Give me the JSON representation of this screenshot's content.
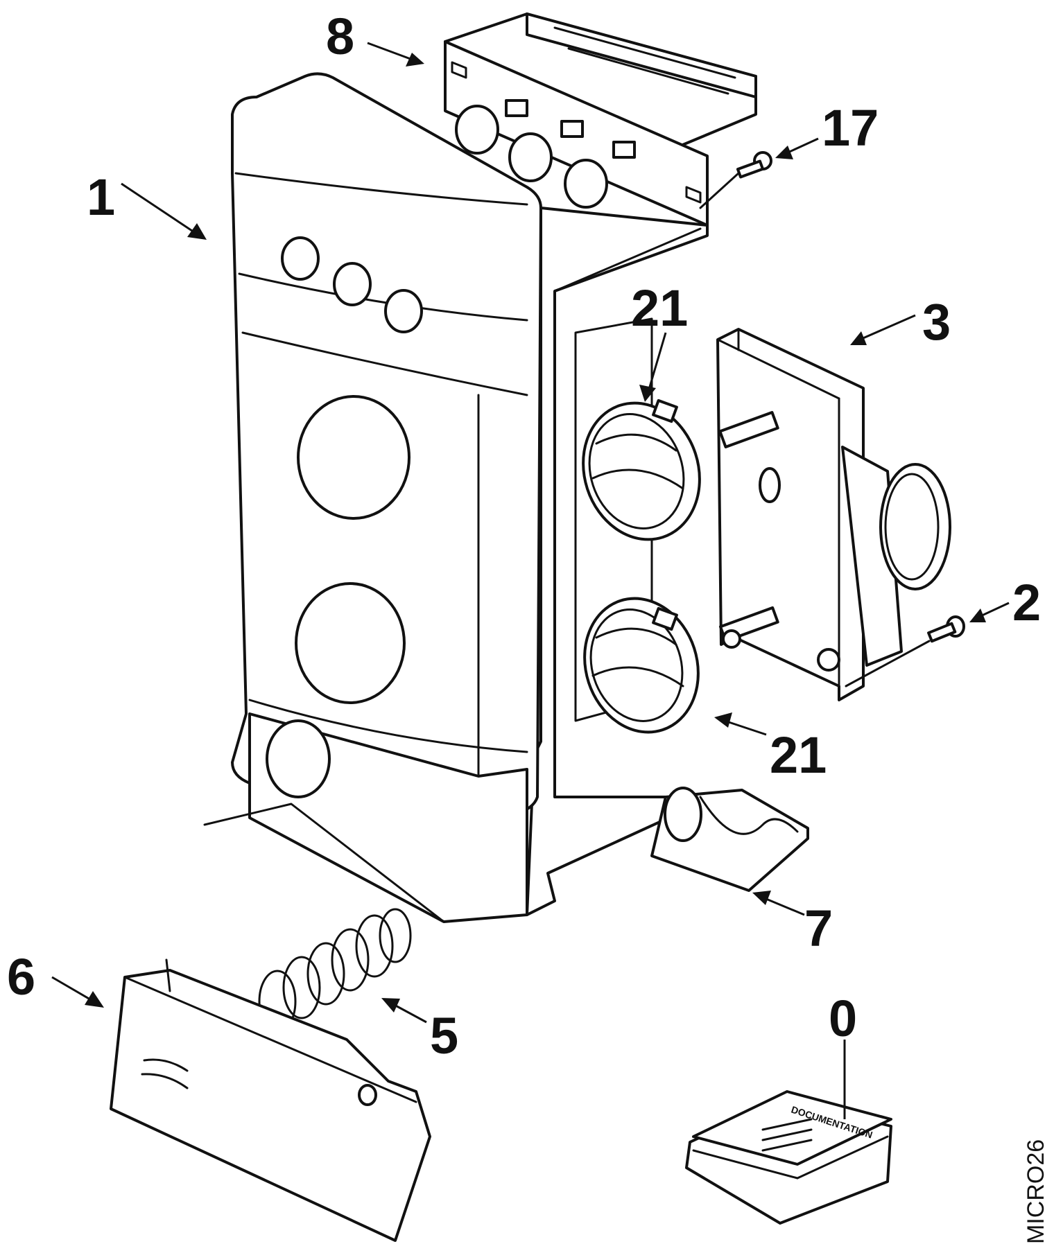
{
  "callouts": {
    "c8": "8",
    "c17": "17",
    "c1": "1",
    "c21_top": "21",
    "c3": "3",
    "c2": "2",
    "c21_bottom": "21",
    "c7": "7",
    "c6": "6",
    "c5": "5",
    "c0": "0"
  },
  "drawing_code": "MICRO26",
  "booklet_label": "DOCUMENTATION"
}
